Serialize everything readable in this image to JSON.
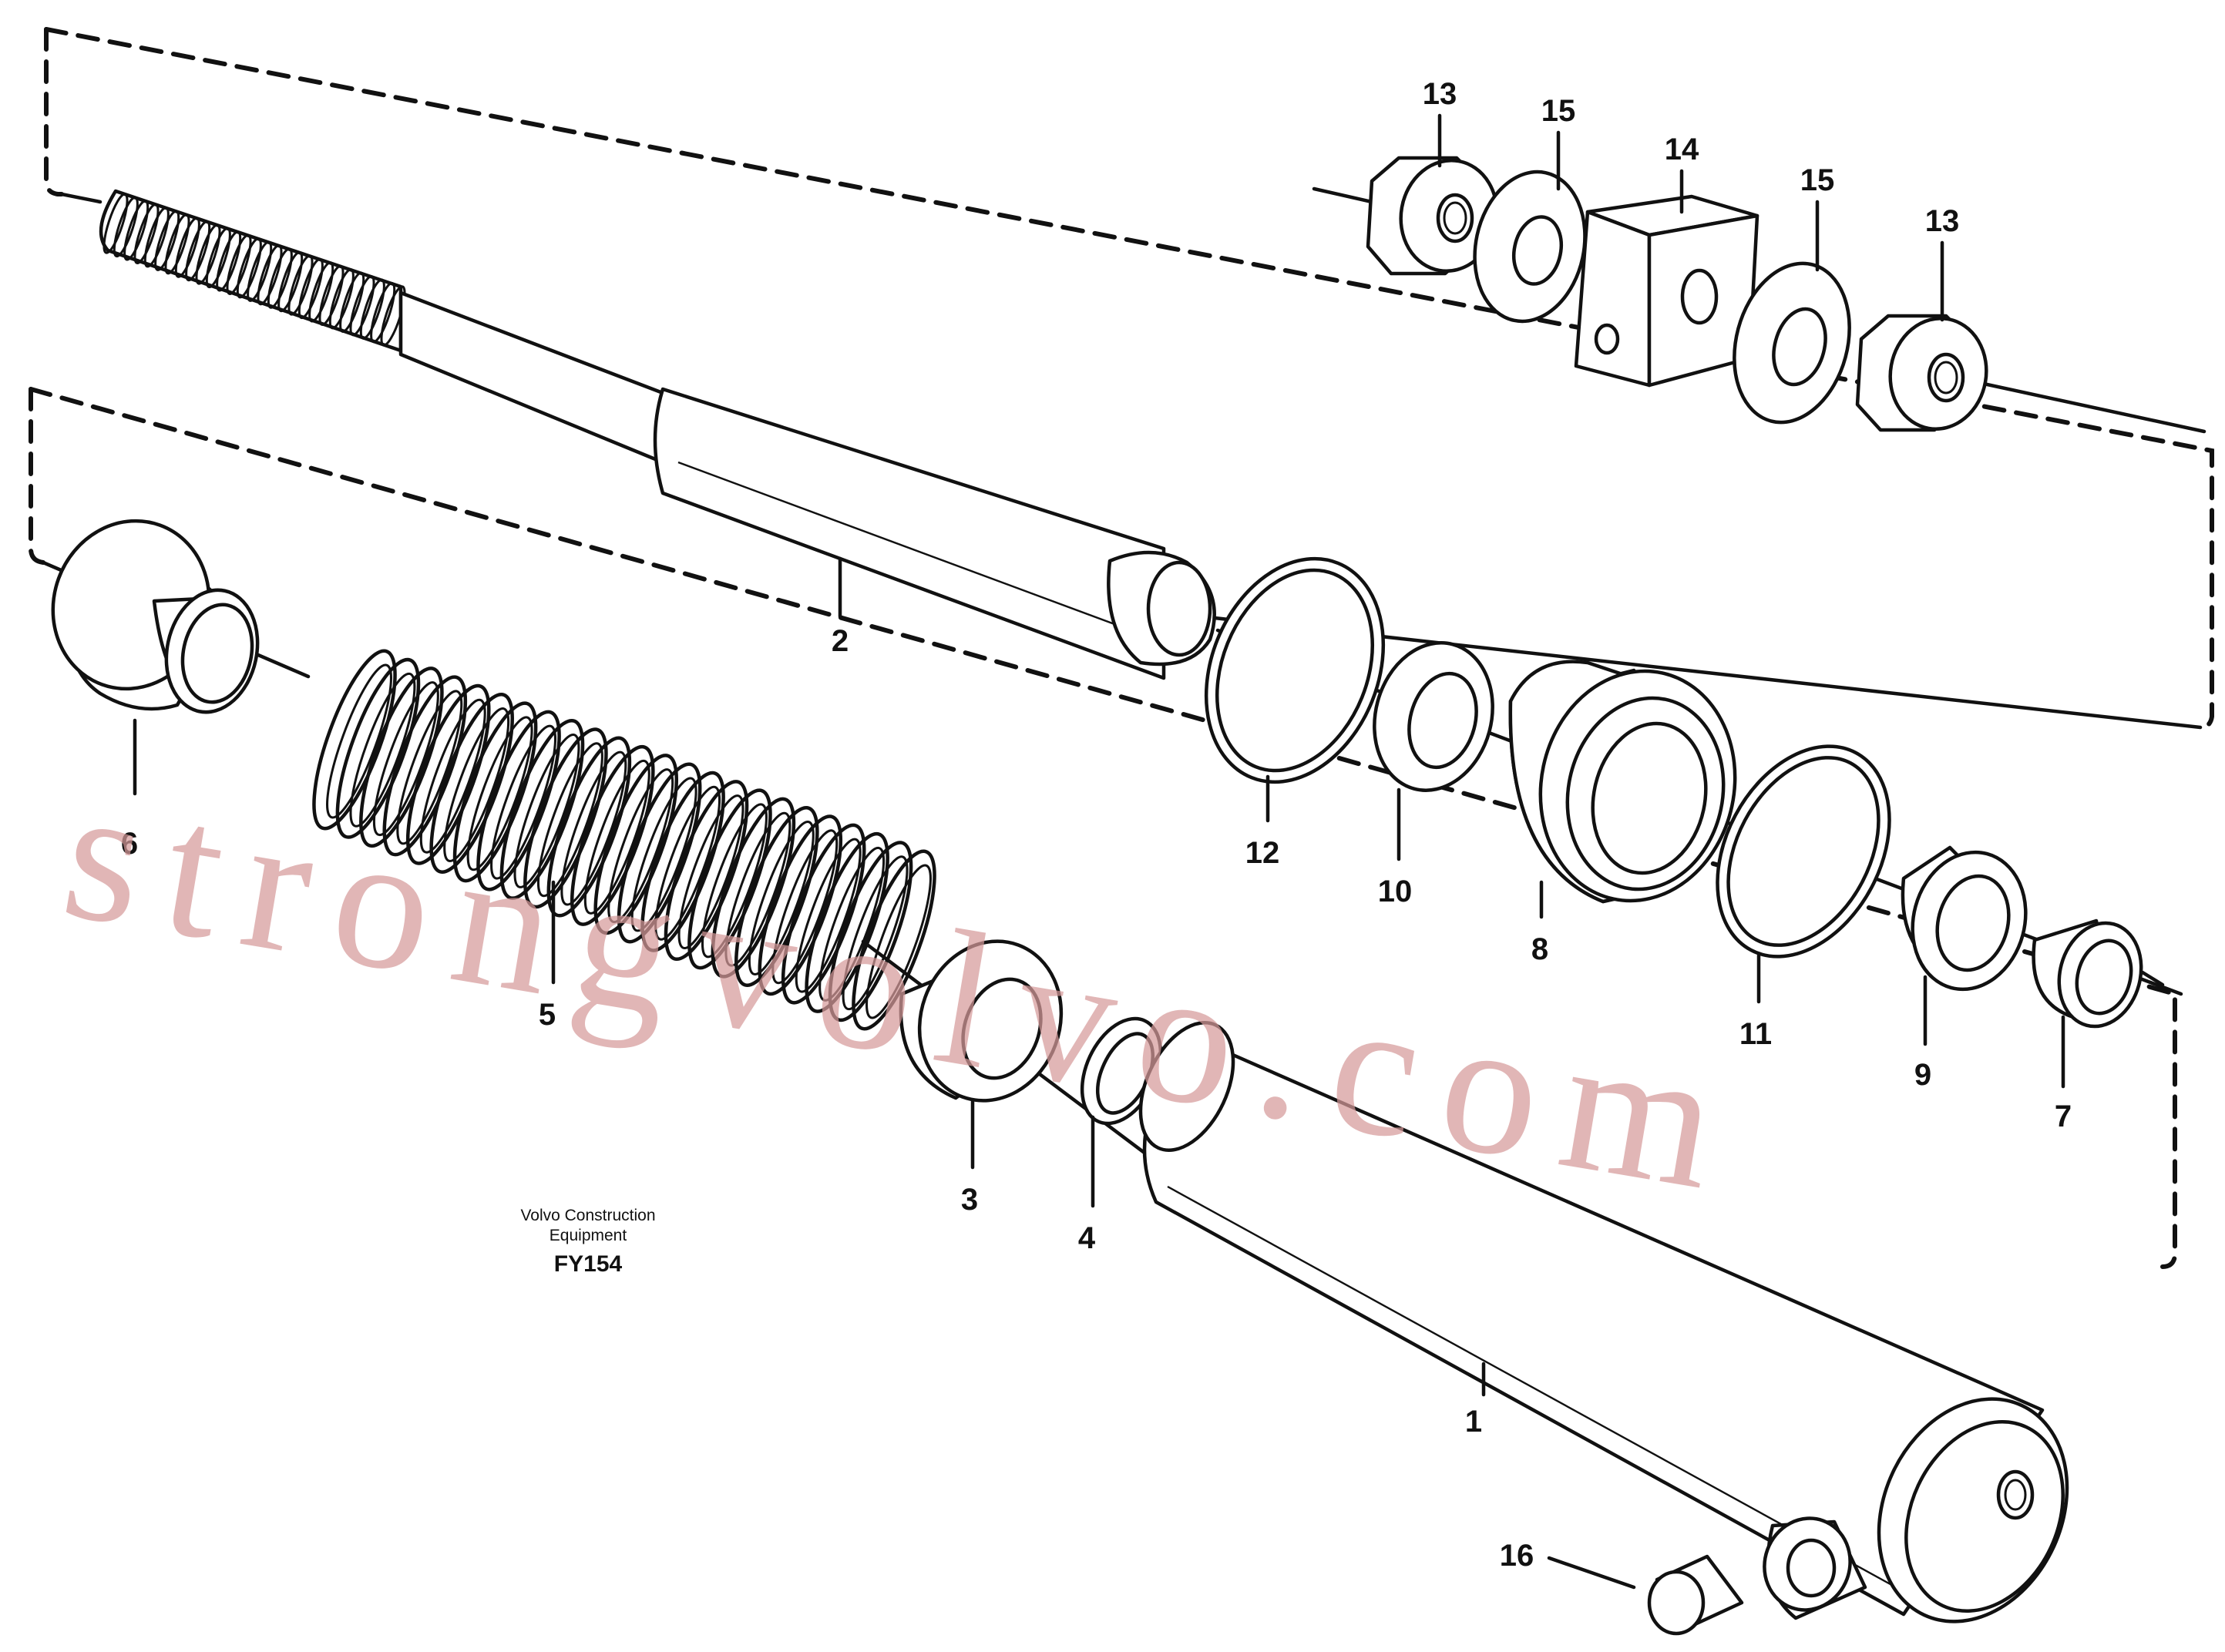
{
  "caption": {
    "line1": "Volvo Construction",
    "line2": "Equipment",
    "code": "FY154"
  },
  "watermark": "strongvolvo.com",
  "callouts": {
    "p1": "1",
    "p2": "2",
    "p3": "3",
    "p4": "4",
    "p5": "5",
    "p6": "6",
    "p7": "7",
    "p8": "8",
    "p9": "9",
    "p10": "10",
    "p11": "11",
    "p12": "12",
    "p13a": "13",
    "p13b": "13",
    "p14": "14",
    "p15a": "15",
    "p15b": "15",
    "p16": "16"
  }
}
